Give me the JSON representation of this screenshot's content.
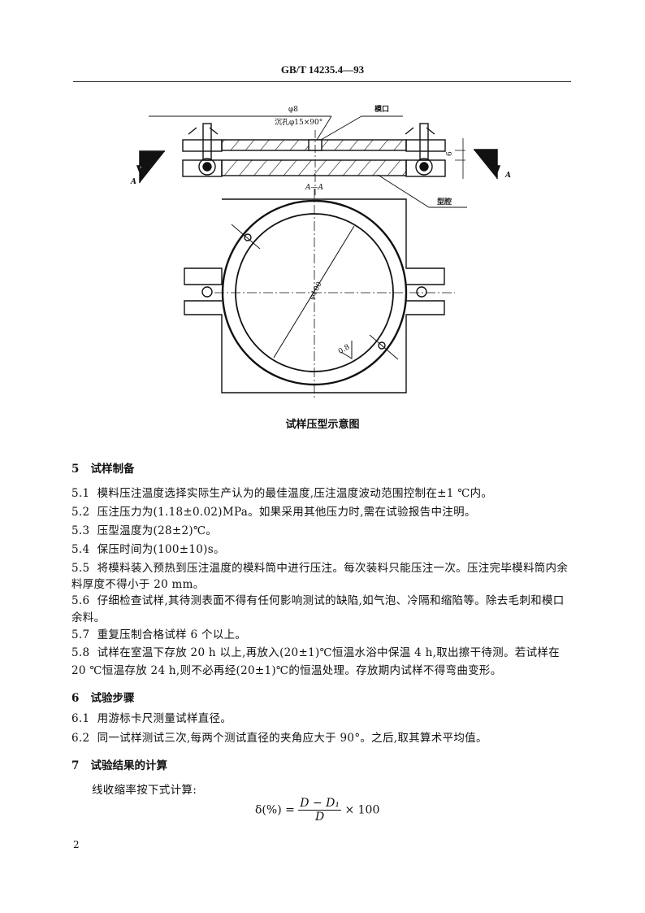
{
  "header": {
    "standard": "GB/T 14235.4—93"
  },
  "figure": {
    "labels": {
      "hole_dia": "φ8",
      "countersink": "沉孔φ15×90°",
      "gate": "模口",
      "thickness": "6",
      "section_left": "A",
      "section_right": "A",
      "section_title": "A—A",
      "cavity": "型腔",
      "diameter": "φ100",
      "roughness": "0.8"
    },
    "caption": "试样压型示意图"
  },
  "sections": [
    {
      "id": "5",
      "title": "试样制备",
      "items": [
        {
          "num": "5.1",
          "lines": [
            "模料压注温度选择实际生产认为的最佳温度,压注温度波动范围控制在±1 ℃内。"
          ]
        },
        {
          "num": "5.2",
          "lines": [
            "压注压力为(1.18±0.02)MPa。如果采用其他压力时,需在试验报告中注明。"
          ]
        },
        {
          "num": "5.3",
          "lines": [
            "压型温度为(28±2)℃。"
          ]
        },
        {
          "num": "5.4",
          "lines": [
            "保压时间为(100±10)s。"
          ]
        },
        {
          "num": "5.5",
          "lines": [
            "将模料装入预热到压注温度的模料筒中进行压注。每次装料只能压注一次。压注完毕模料筒内余",
            "料厚度不得小于 20 mm。"
          ]
        },
        {
          "num": "5.6",
          "lines": [
            "仔细检查试样,其待测表面不得有任何影响测试的缺陷,如气泡、冷隔和缩陷等。除去毛刺和模口",
            "余料。"
          ]
        },
        {
          "num": "5.7",
          "lines": [
            "重复压制合格试样 6 个以上。"
          ]
        },
        {
          "num": "5.8",
          "lines": [
            "试样在室温下存放 20 h 以上,再放入(20±1)℃恒温水浴中保温 4 h,取出擦干待测。若试样在",
            "20 ℃恒温存放 24 h,则不必再经(20±1)℃的恒温处理。存放期内试样不得弯曲变形。"
          ]
        }
      ]
    },
    {
      "id": "6",
      "title": "试验步骤",
      "items": [
        {
          "num": "6.1",
          "lines": [
            "用游标卡尺测量试样直径。"
          ]
        },
        {
          "num": "6.2",
          "lines": [
            "同一试样测试三次,每两个测试直径的夹角应大于 90°。之后,取其算术平均值。"
          ]
        }
      ]
    },
    {
      "id": "7",
      "title": "试验结果的计算",
      "intro": "线收缩率按下式计算:",
      "formula": {
        "lhs": "δ(%) =",
        "numerator": "D − D₁",
        "denominator": "D",
        "rhs": "× 100"
      }
    }
  ],
  "footer": {
    "page_number": "2"
  }
}
